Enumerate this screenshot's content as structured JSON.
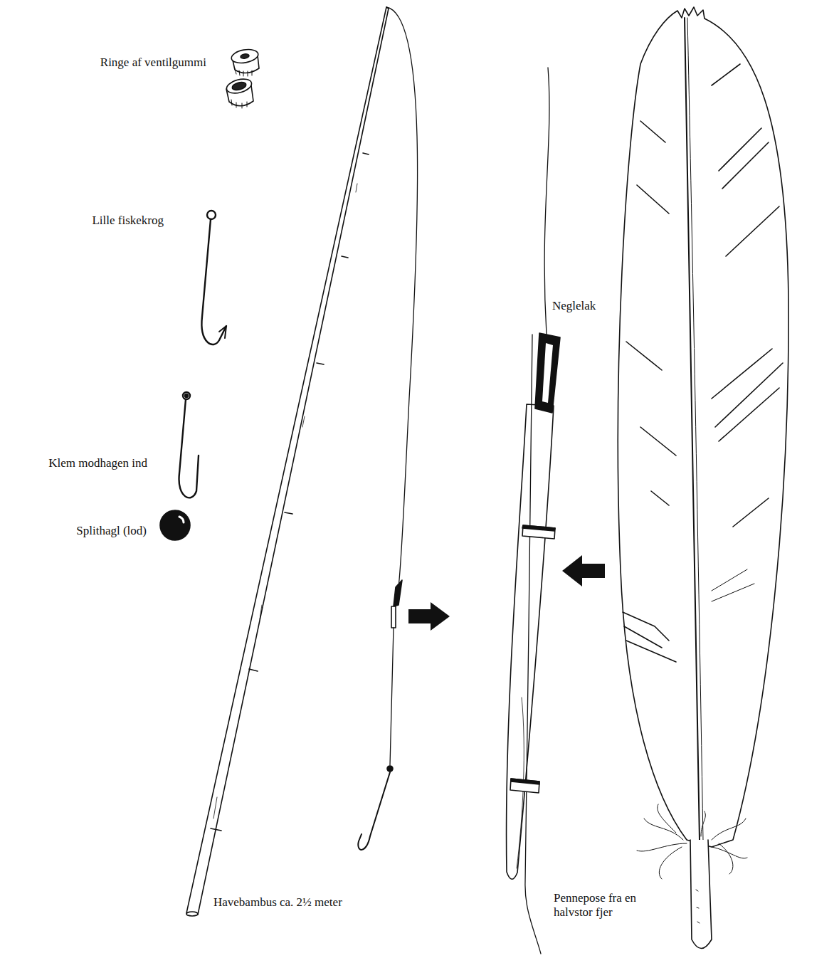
{
  "diagram": {
    "labels": [
      "Ringe af ventilgummi",
      "Lille fiskekrog",
      "Klem modhagen ind",
      "Splithagl (lod)",
      "Havebambus ca. 2½ meter",
      "Neglelak",
      "Pennepose fra en halvstor fjer"
    ]
  }
}
